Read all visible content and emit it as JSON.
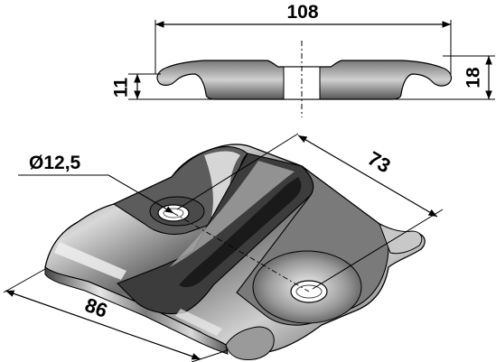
{
  "dimensions": {
    "length": "108",
    "height_inner": "11",
    "height_outer": "18",
    "hole_diameter": "Ø12,5",
    "hole_spacing": "73",
    "width": "86"
  },
  "colors": {
    "line": "#000000",
    "metal_dark": "#3a3a3a",
    "metal_mid": "#6e6e6e",
    "metal_light": "#b8b8b8",
    "highlight": "#eeeeee"
  }
}
